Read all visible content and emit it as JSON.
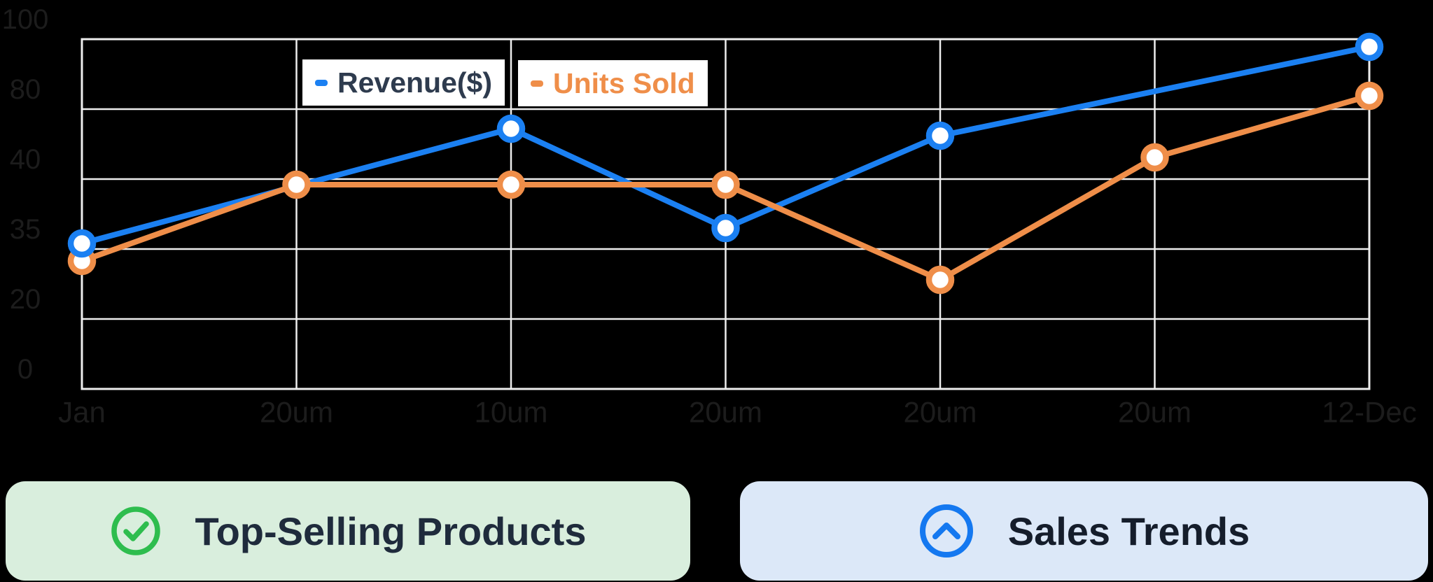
{
  "chart_data": {
    "type": "line",
    "title": "",
    "xlabel": "",
    "ylabel": "",
    "categories": [
      "Jan",
      "20um",
      "10um",
      "20um",
      "20um",
      "20um",
      "12-Dec"
    ],
    "y_tick_labels": [
      "100",
      "80",
      "40",
      "35",
      "20",
      "0"
    ],
    "ylim_pct": [
      0,
      100
    ],
    "grid": true,
    "legend_position": "top-inside",
    "series": [
      {
        "name": "Revenue($)",
        "color": "#1b80f2",
        "points": [
          {
            "x": 0,
            "y_pct": 41.6,
            "marker": true
          },
          {
            "x": 1,
            "y_pct": 58.0,
            "marker": false
          },
          {
            "x": 2,
            "y_pct": 74.4,
            "marker": true
          },
          {
            "x": 3,
            "y_pct": 46.0,
            "marker": true
          },
          {
            "x": 4,
            "y_pct": 72.4,
            "marker": true
          },
          {
            "x": 6,
            "y_pct": 97.8,
            "marker": true
          }
        ]
      },
      {
        "name": "Units Sold",
        "color": "#ef8e49",
        "points": [
          {
            "x": 0,
            "y_pct": 36.6,
            "marker": true
          },
          {
            "x": 1,
            "y_pct": 58.4,
            "marker": true
          },
          {
            "x": 2,
            "y_pct": 58.4,
            "marker": true
          },
          {
            "x": 3,
            "y_pct": 58.4,
            "marker": true
          },
          {
            "x": 4,
            "y_pct": 31.2,
            "marker": true
          },
          {
            "x": 5,
            "y_pct": 66.2,
            "marker": true
          },
          {
            "x": 6,
            "y_pct": 83.8,
            "marker": true
          }
        ]
      }
    ],
    "legend": [
      {
        "label": "Revenue($)",
        "dash_color": "#1b80f2",
        "text_color": "#2e3b4e"
      },
      {
        "label": "Units Sold",
        "dash_color": "#ef8e49",
        "text_color": "#ef8e49"
      }
    ]
  },
  "buttons": {
    "left": {
      "label": "Top-Selling Products",
      "icon": "check-circle-icon",
      "bg": "#d9eedd",
      "icon_color": "#2ebd4e",
      "text_color": "#1f2b3c"
    },
    "right": {
      "label": "Sales Trends",
      "icon": "chevron-up-circle-icon",
      "bg": "#dce8f8",
      "icon_color": "#1478f0",
      "text_color": "#151d2b"
    }
  },
  "colors": {
    "background": "#000000",
    "gridline": "#ededed",
    "axis_tick_text": "#1c1c1c",
    "marker_fill": "#ffffff"
  }
}
